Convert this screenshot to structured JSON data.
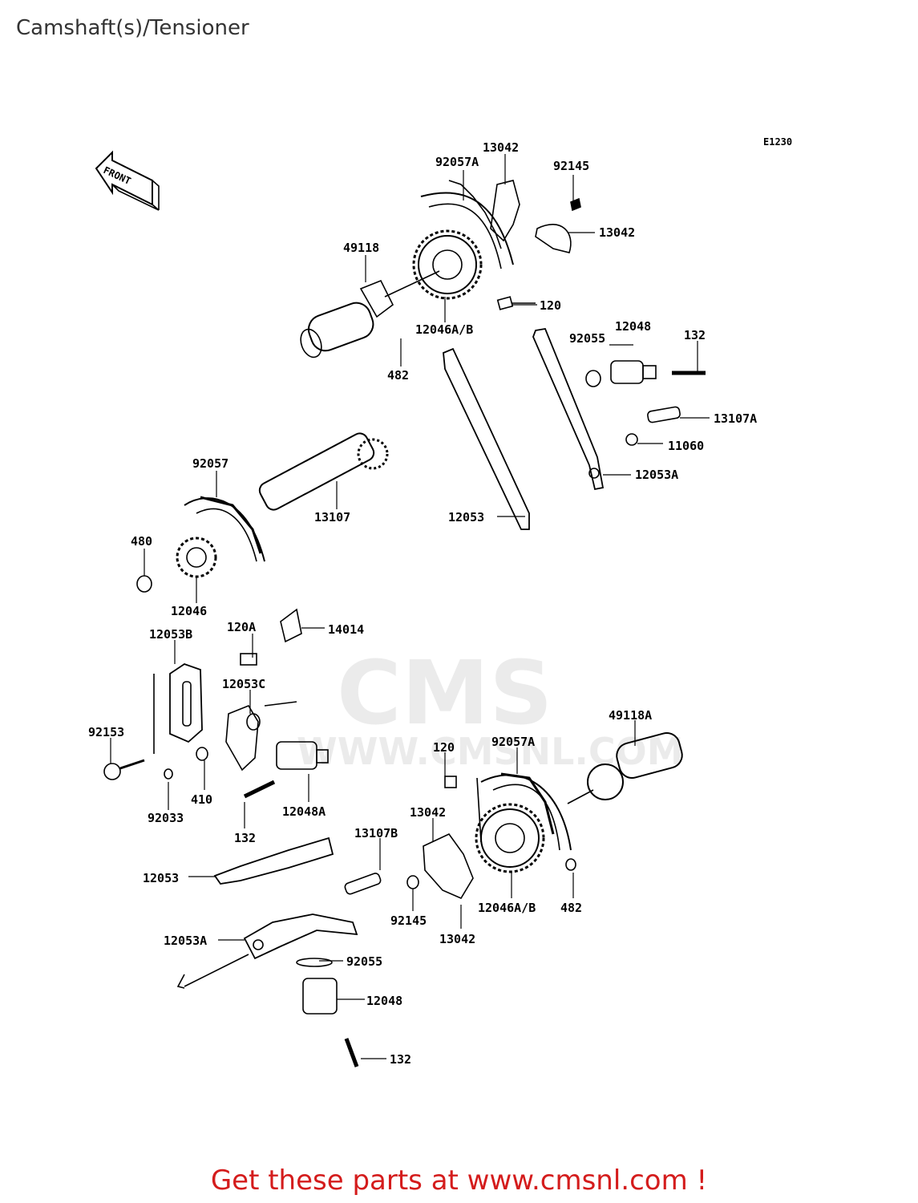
{
  "title": "Camshaft(s)/Tensioner",
  "diagram_code": "E1230",
  "front_label": "FRONT",
  "footer": "Get these parts at www.cmsnl.com !",
  "watermark": {
    "brand": "CMS",
    "url": "WWW.CMSNL.COM"
  },
  "parts": [
    "13042",
    "92057A",
    "92145",
    "13042",
    "49118",
    "120",
    "12046A/B",
    "482",
    "12048",
    "92055",
    "132",
    "13107A",
    "11060",
    "12053A",
    "92057",
    "13107",
    "12053",
    "480",
    "12046",
    "120A",
    "14014",
    "12053B",
    "12053C",
    "49118A",
    "92153",
    "120",
    "92057A",
    "410",
    "12048A",
    "92033",
    "132",
    "13042",
    "13107B",
    "12053",
    "92145",
    "12046A/B",
    "482",
    "13042",
    "12053A",
    "92055",
    "12048",
    "132"
  ]
}
